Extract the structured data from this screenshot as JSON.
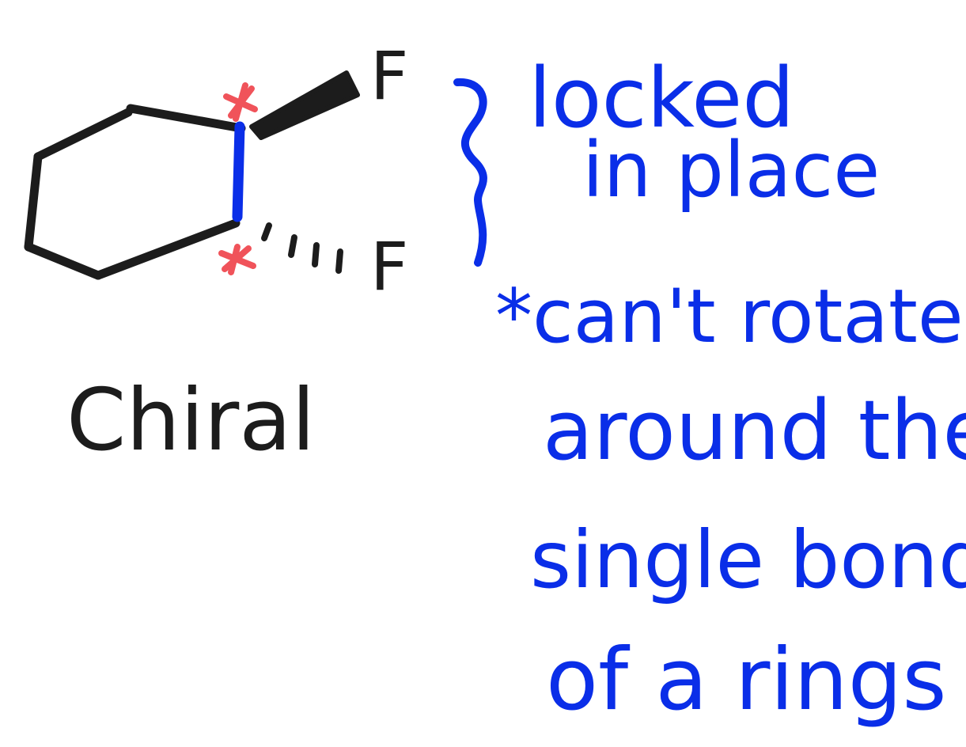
{
  "labels": {
    "substituent_top": "F",
    "substituent_bottom": "F",
    "chirality": "Chiral",
    "note_line1": "locked",
    "note_line2": "in place",
    "note_line3": "*can't rotate",
    "note_line4": "around the",
    "note_line5": "single bond",
    "note_line6": "of a rings"
  },
  "colors": {
    "ring_ink": "#1c1c1c",
    "annotation_ink": "#0a2ee8",
    "stereocenter_mark": "#f0535a"
  }
}
